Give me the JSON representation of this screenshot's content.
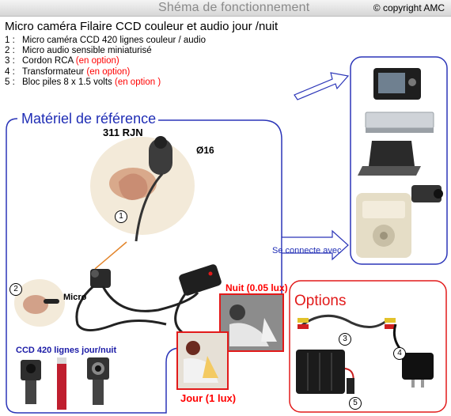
{
  "header": {
    "title": "Shéma de fonctionnement",
    "copyright": "© copyright AMC"
  },
  "main_title": "Micro caméra Filaire CCD couleur et audio jour /nuit",
  "items": [
    {
      "num": "1 :",
      "text": "Micro caméra CCD  420 lignes couleur / audio",
      "note": ""
    },
    {
      "num": "2 :",
      "text": "Micro audio sensible miniaturisé",
      "note": ""
    },
    {
      "num": "3 :",
      "text": "Cordon RCA ",
      "note": "(en option)"
    },
    {
      "num": "4 :",
      "text": "Transformateur ",
      "note": "(en option)"
    },
    {
      "num": "5 :",
      "text": "Bloc piles 8 x 1.5 volts ",
      "note": "(en option )"
    }
  ],
  "reference": {
    "title": "Matériel de référence",
    "model": "311 RJN",
    "diameter": "Ø16",
    "micro_label": "Micro",
    "ccd_label": "CCD 420 lignes jour/nuit",
    "night_label": "Nuit (0.05 lux)",
    "day_label": "Jour  (1 lux)"
  },
  "connect_label": "Se connecte avec",
  "options": {
    "title": "Options"
  },
  "markers": [
    "1",
    "2",
    "3",
    "4",
    "5"
  ],
  "colors": {
    "accent_blue": "#1f2db5",
    "option_red": "#e21a1a",
    "highlight_red": "#ff0000"
  }
}
